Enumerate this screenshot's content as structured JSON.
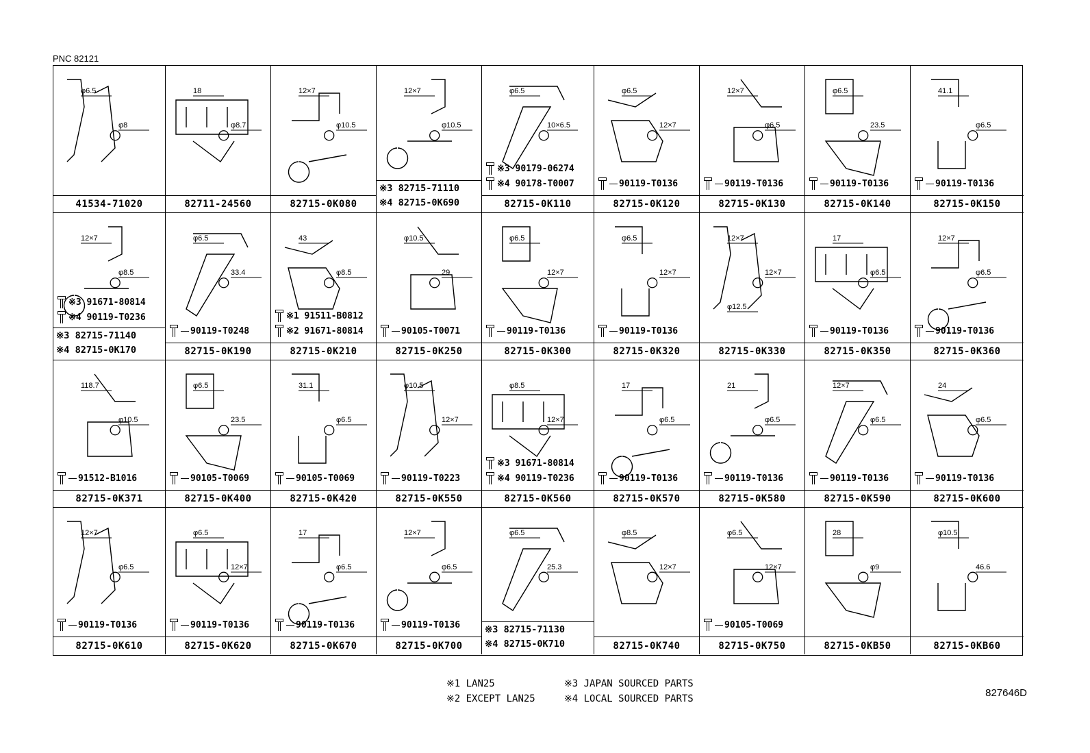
{
  "pnc_label": "PNC 82121",
  "diagram_code": "827646D",
  "notes": {
    "n1": "※1 LAN25",
    "n2": "※2 EXCEPT LAN25",
    "n3": "※3 JAPAN SOURCED PARTS",
    "n4": "※4 LOCAL SOURCED PARTS"
  },
  "rows": [
    [
      {
        "pn": "41534-71020",
        "dims": [
          "φ6.5",
          "φ8"
        ]
      },
      {
        "pn": "82711-24560",
        "dims": [
          "18",
          "φ8.7"
        ]
      },
      {
        "pn": "82715-0K080",
        "dims": [
          "12×7",
          "φ10.5"
        ]
      },
      {
        "pn_lines": [
          "※3 82715-71110",
          "※4 82715-0K690"
        ],
        "dims": [
          "12×7",
          "φ10.5"
        ]
      },
      {
        "pn": "82715-0K110",
        "dims": [
          "φ6.5",
          "10×6.5"
        ],
        "fasteners": [
          "※3 90179-06274",
          "※4 90178-T0007"
        ]
      },
      {
        "pn": "82715-0K120",
        "dims": [
          "φ6.5",
          "12×7"
        ],
        "fasteners": [
          "90119-T0136"
        ]
      },
      {
        "pn": "82715-0K130",
        "dims": [
          "12×7",
          "φ6.5"
        ],
        "fasteners": [
          "90119-T0136"
        ]
      },
      {
        "pn": "82715-0K140",
        "dims": [
          "φ6.5",
          "23.5"
        ],
        "fasteners": [
          "90119-T0136"
        ]
      },
      {
        "pn": "82715-0K150",
        "dims": [
          "41.1",
          "φ6.5"
        ],
        "fasteners": [
          "90119-T0136"
        ]
      }
    ],
    [
      {
        "pn_lines": [
          "※3 82715-71140",
          "※4 82715-0K170"
        ],
        "dims": [
          "12×7",
          "φ8.5"
        ],
        "fasteners": [
          "※3 91671-80814",
          "※4 90119-T0236"
        ]
      },
      {
        "pn": "82715-0K190",
        "dims": [
          "φ6.5",
          "33.4"
        ],
        "fasteners": [
          "90119-T0248"
        ]
      },
      {
        "pn": "82715-0K210",
        "dims": [
          "43",
          "φ8.5"
        ],
        "fasteners": [
          "※1 91511-B0812",
          "※2 91671-80814"
        ]
      },
      {
        "pn": "82715-0K250",
        "dims": [
          "φ10.5",
          "29"
        ],
        "fasteners": [
          "90105-T0071"
        ]
      },
      {
        "pn": "82715-0K300",
        "dims": [
          "φ6.5",
          "12×7"
        ],
        "fasteners": [
          "90119-T0136"
        ]
      },
      {
        "pn": "82715-0K320",
        "dims": [
          "φ6.5",
          "12×7"
        ],
        "fasteners": [
          "90119-T0136"
        ]
      },
      {
        "pn": "82715-0K330",
        "dims": [
          "12×7",
          "12×7",
          "φ12.5"
        ]
      },
      {
        "pn": "82715-0K350",
        "dims": [
          "17",
          "φ6.5"
        ],
        "fasteners": [
          "90119-T0136"
        ]
      },
      {
        "pn": "82715-0K360",
        "dims": [
          "12×7",
          "φ6.5"
        ],
        "fasteners": [
          "90119-T0136"
        ]
      }
    ],
    [
      {
        "pn": "82715-0K371",
        "dims": [
          "118.7",
          "φ10.5"
        ],
        "fasteners": [
          "91512-B1016"
        ]
      },
      {
        "pn": "82715-0K400",
        "dims": [
          "φ6.5",
          "23.5"
        ],
        "fasteners": [
          "90105-T0069"
        ]
      },
      {
        "pn": "82715-0K420",
        "dims": [
          "31.1",
          "φ6.5"
        ],
        "fasteners": [
          "90105-T0069"
        ]
      },
      {
        "pn": "82715-0K550",
        "dims": [
          "φ10.5",
          "12×7"
        ],
        "fasteners": [
          "90119-T0223"
        ]
      },
      {
        "pn": "82715-0K560",
        "dims": [
          "φ8.5",
          "12×7"
        ],
        "fasteners": [
          "※3 91671-80814",
          "※4 90119-T0236"
        ]
      },
      {
        "pn": "82715-0K570",
        "dims": [
          "17",
          "φ6.5"
        ],
        "fasteners": [
          "90119-T0136"
        ]
      },
      {
        "pn": "82715-0K580",
        "dims": [
          "21",
          "φ6.5"
        ],
        "fasteners": [
          "90119-T0136"
        ]
      },
      {
        "pn": "82715-0K590",
        "dims": [
          "12×7",
          "φ6.5"
        ],
        "fasteners": [
          "90119-T0136"
        ]
      },
      {
        "pn": "82715-0K600",
        "dims": [
          "24",
          "φ6.5"
        ],
        "fasteners": [
          "90119-T0136"
        ]
      }
    ],
    [
      {
        "pn": "82715-0K610",
        "dims": [
          "12×7",
          "φ6.5"
        ],
        "fasteners": [
          "90119-T0136"
        ]
      },
      {
        "pn": "82715-0K620",
        "dims": [
          "φ6.5",
          "12×7"
        ],
        "fasteners": [
          "90119-T0136"
        ]
      },
      {
        "pn": "82715-0K670",
        "dims": [
          "17",
          "φ6.5"
        ],
        "fasteners": [
          "90119-T0136"
        ]
      },
      {
        "pn": "82715-0K700",
        "dims": [
          "12×7",
          "φ6.5"
        ],
        "fasteners": [
          "90119-T0136"
        ]
      },
      {
        "pn_lines": [
          "※3 82715-71130",
          "※4 82715-0K710"
        ],
        "dims": [
          "φ6.5",
          "25.3"
        ]
      },
      {
        "pn": "82715-0K740",
        "dims": [
          "φ8.5",
          "12×7"
        ]
      },
      {
        "pn": "82715-0K750",
        "dims": [
          "φ6.5",
          "12×7"
        ],
        "fasteners": [
          "90105-T0069"
        ]
      },
      {
        "pn": "82715-0KB50",
        "dims": [
          "28",
          "φ9"
        ]
      },
      {
        "pn": "82715-0KB60",
        "dims": [
          "φ10.5",
          "46.6"
        ]
      }
    ]
  ]
}
